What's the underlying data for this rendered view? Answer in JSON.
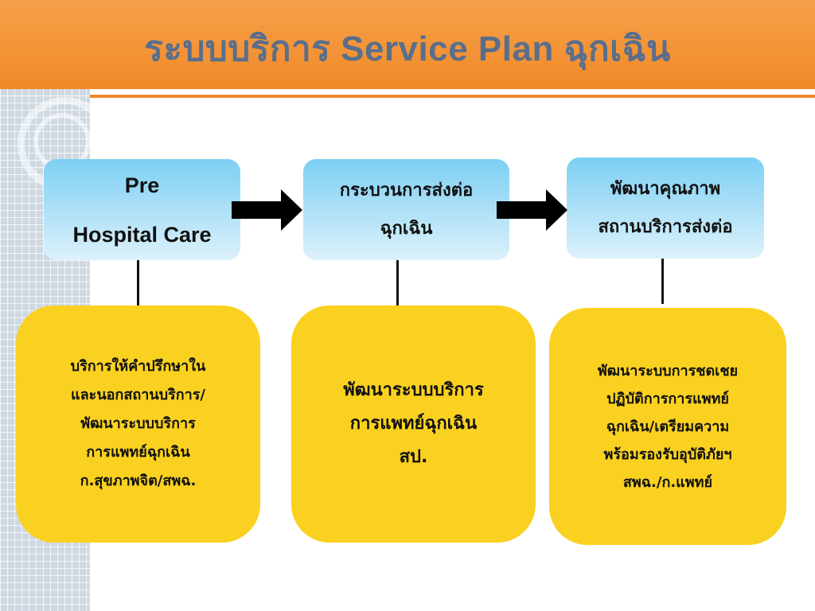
{
  "slide": {
    "title": "ระบบบริการ Service Plan ฉุกเฉิน"
  },
  "stages": [
    {
      "lines": [
        "Pre",
        "Hospital Care"
      ]
    },
    {
      "lines": [
        "กระบวนการส่งต่อ",
        "ฉุกเฉิน"
      ]
    },
    {
      "lines": [
        "พัฒนาคุณภาพ",
        "สถานบริการส่งต่อ"
      ]
    }
  ],
  "details": [
    {
      "lines": [
        "บริการให้คำปรึกษาใน",
        "และนอกสถานบริการ/",
        "พัฒนาระบบบริการ",
        "การแพทย์ฉุกเฉิน",
        "ก.สุขภาพจิต/สพฉ."
      ]
    },
    {
      "lines": [
        "พัฒนาระบบบริการ",
        "การแพทย์ฉุกเฉิน",
        "สป."
      ]
    },
    {
      "lines": [
        "พัฒนาระบบการชดเชย",
        "ปฏิบัติการการแพทย์",
        "ฉุกเฉิน/เตรียมความ",
        "พร้อมรองรับอุบัติภัยฯ",
        "สพฉ./ก.แพทย์"
      ]
    }
  ],
  "colors": {
    "header": "#f08a28",
    "title_text": "#5a6e8c",
    "stage_box_top": "#7ccff3",
    "stage_box_bottom": "#ddf1fb",
    "detail_box": "#fad120",
    "connector": "#111111"
  },
  "icons": {
    "flow_arrow": "right-arrow-icon"
  }
}
